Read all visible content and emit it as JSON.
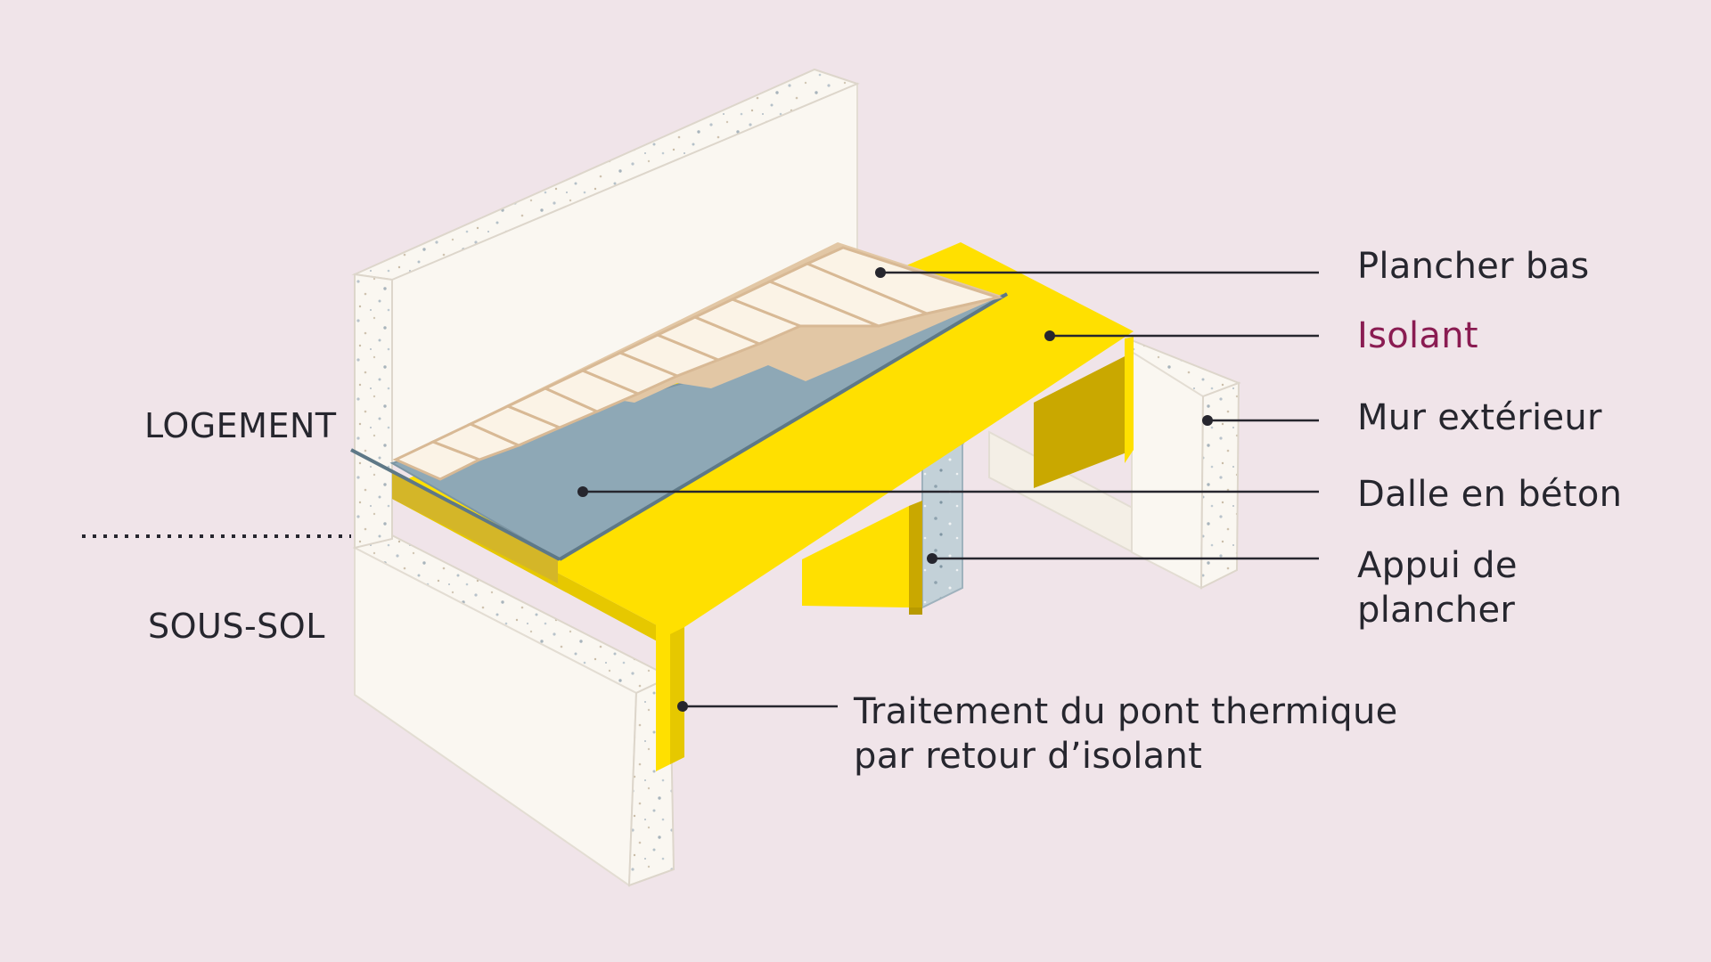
{
  "zones": {
    "upper": "LOGEMENT",
    "lower": "SOUS-SOL"
  },
  "labels": {
    "plancher_bas": "Plancher bas",
    "isolant": "Isolant",
    "mur_exterieur": "Mur extérieur",
    "dalle_beton": "Dalle en béton",
    "appui_plancher": "Appui de\nplancher",
    "traitement": "Traitement du pont thermique\npar retour d’isolant"
  },
  "colors": {
    "background": "#f0e4e9",
    "text": "#26262e",
    "accent": "#8a1c52",
    "insulation": "#ffe000",
    "insulation_dark": "#c9a800",
    "concrete": "#faf7f1",
    "slab": "#8ea8b6",
    "floorboards": "#fbf3e6",
    "leader": "#26262e"
  }
}
